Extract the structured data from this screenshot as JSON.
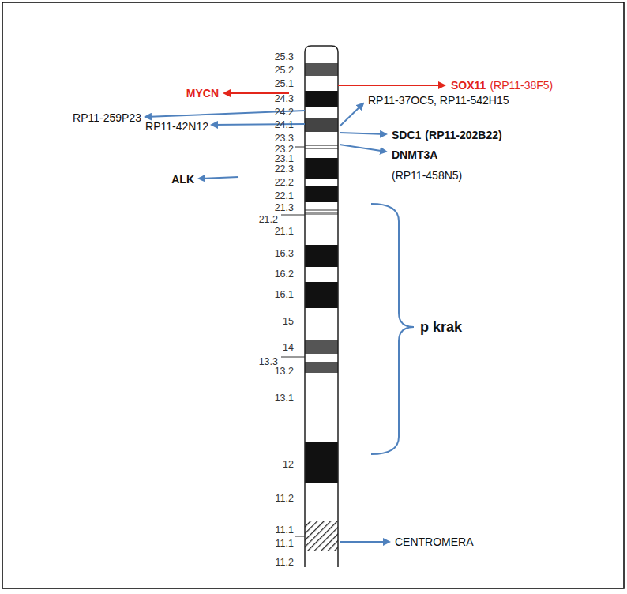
{
  "diagram": {
    "labels": [
      "25.3",
      "25.2",
      "25.1",
      "24.3",
      "24.2",
      "24.1",
      "23.3",
      "23.2",
      "23.1",
      "22.3",
      "22.2",
      "22.1",
      "21.3",
      "21.2",
      "21.1",
      "16.3",
      "16.2",
      "16.1",
      "15",
      "14",
      "13.3",
      "13.2",
      "13.1",
      "12",
      "11.2",
      "11.1",
      "11.1",
      "11.2",
      "SOX11",
      "(RP11-38F5)",
      "MYCN",
      "RP11-259P23",
      "RP11-42N12",
      "ALK",
      "RP11-37OC5, RP11-542H15",
      "SDC1",
      "(RP11-202B22)",
      "DNMT3A",
      "(RP11-458N5)",
      "p krak",
      "CENTROMERA"
    ]
  }
}
